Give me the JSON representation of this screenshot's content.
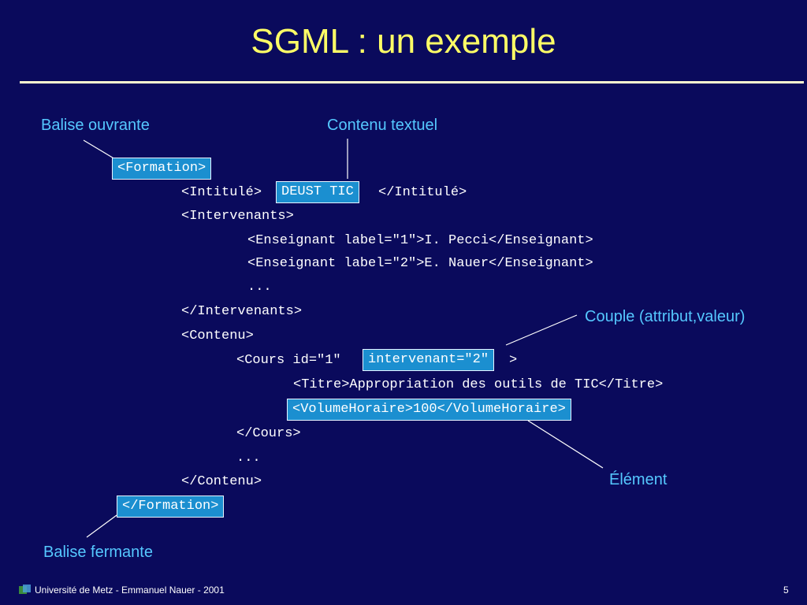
{
  "title": "SGML : un exemple",
  "callouts": {
    "opening_tag": "Balise ouvrante",
    "text_content": "Contenu textuel",
    "attribute_pair": "Couple (attribut,valeur)",
    "element": "Élément",
    "closing_tag": "Balise fermante"
  },
  "code": {
    "formation_open": "<Formation>",
    "intitule_open": "<Intitulé>",
    "intitule_value": "DEUST TIC",
    "intitule_close": "</Intitulé>",
    "intervenants_open": "<Intervenants>",
    "enseignant_1": "<Enseignant label=\"1\">I. Pecci</Enseignant>",
    "enseignant_2": "<Enseignant label=\"2\">E. Nauer</Enseignant>",
    "ellipsis_1": "...",
    "intervenants_close": "</Intervenants>",
    "contenu_open": "<Contenu>",
    "cours_prefix": "<Cours id=\"1\"",
    "cours_attr": "intervenant=\"2\"",
    "cours_suffix": ">",
    "titre": "<Titre>Appropriation des outils de TIC</Titre>",
    "volume": "<VolumeHoraire>100</VolumeHoraire>",
    "cours_close": "</Cours>",
    "ellipsis_2": "...",
    "contenu_close": "</Contenu>",
    "formation_close": "</Formation>"
  },
  "footer": {
    "text": "Université de Metz - Emmanuel Nauer - 2001",
    "page": "5"
  },
  "colors": {
    "background": "#0a0a5c",
    "title": "#ffff66",
    "callout": "#55c8ff",
    "highlight_box": "#1b8fd0"
  },
  "icons": {
    "footer_logo": "university-logo-icon"
  }
}
